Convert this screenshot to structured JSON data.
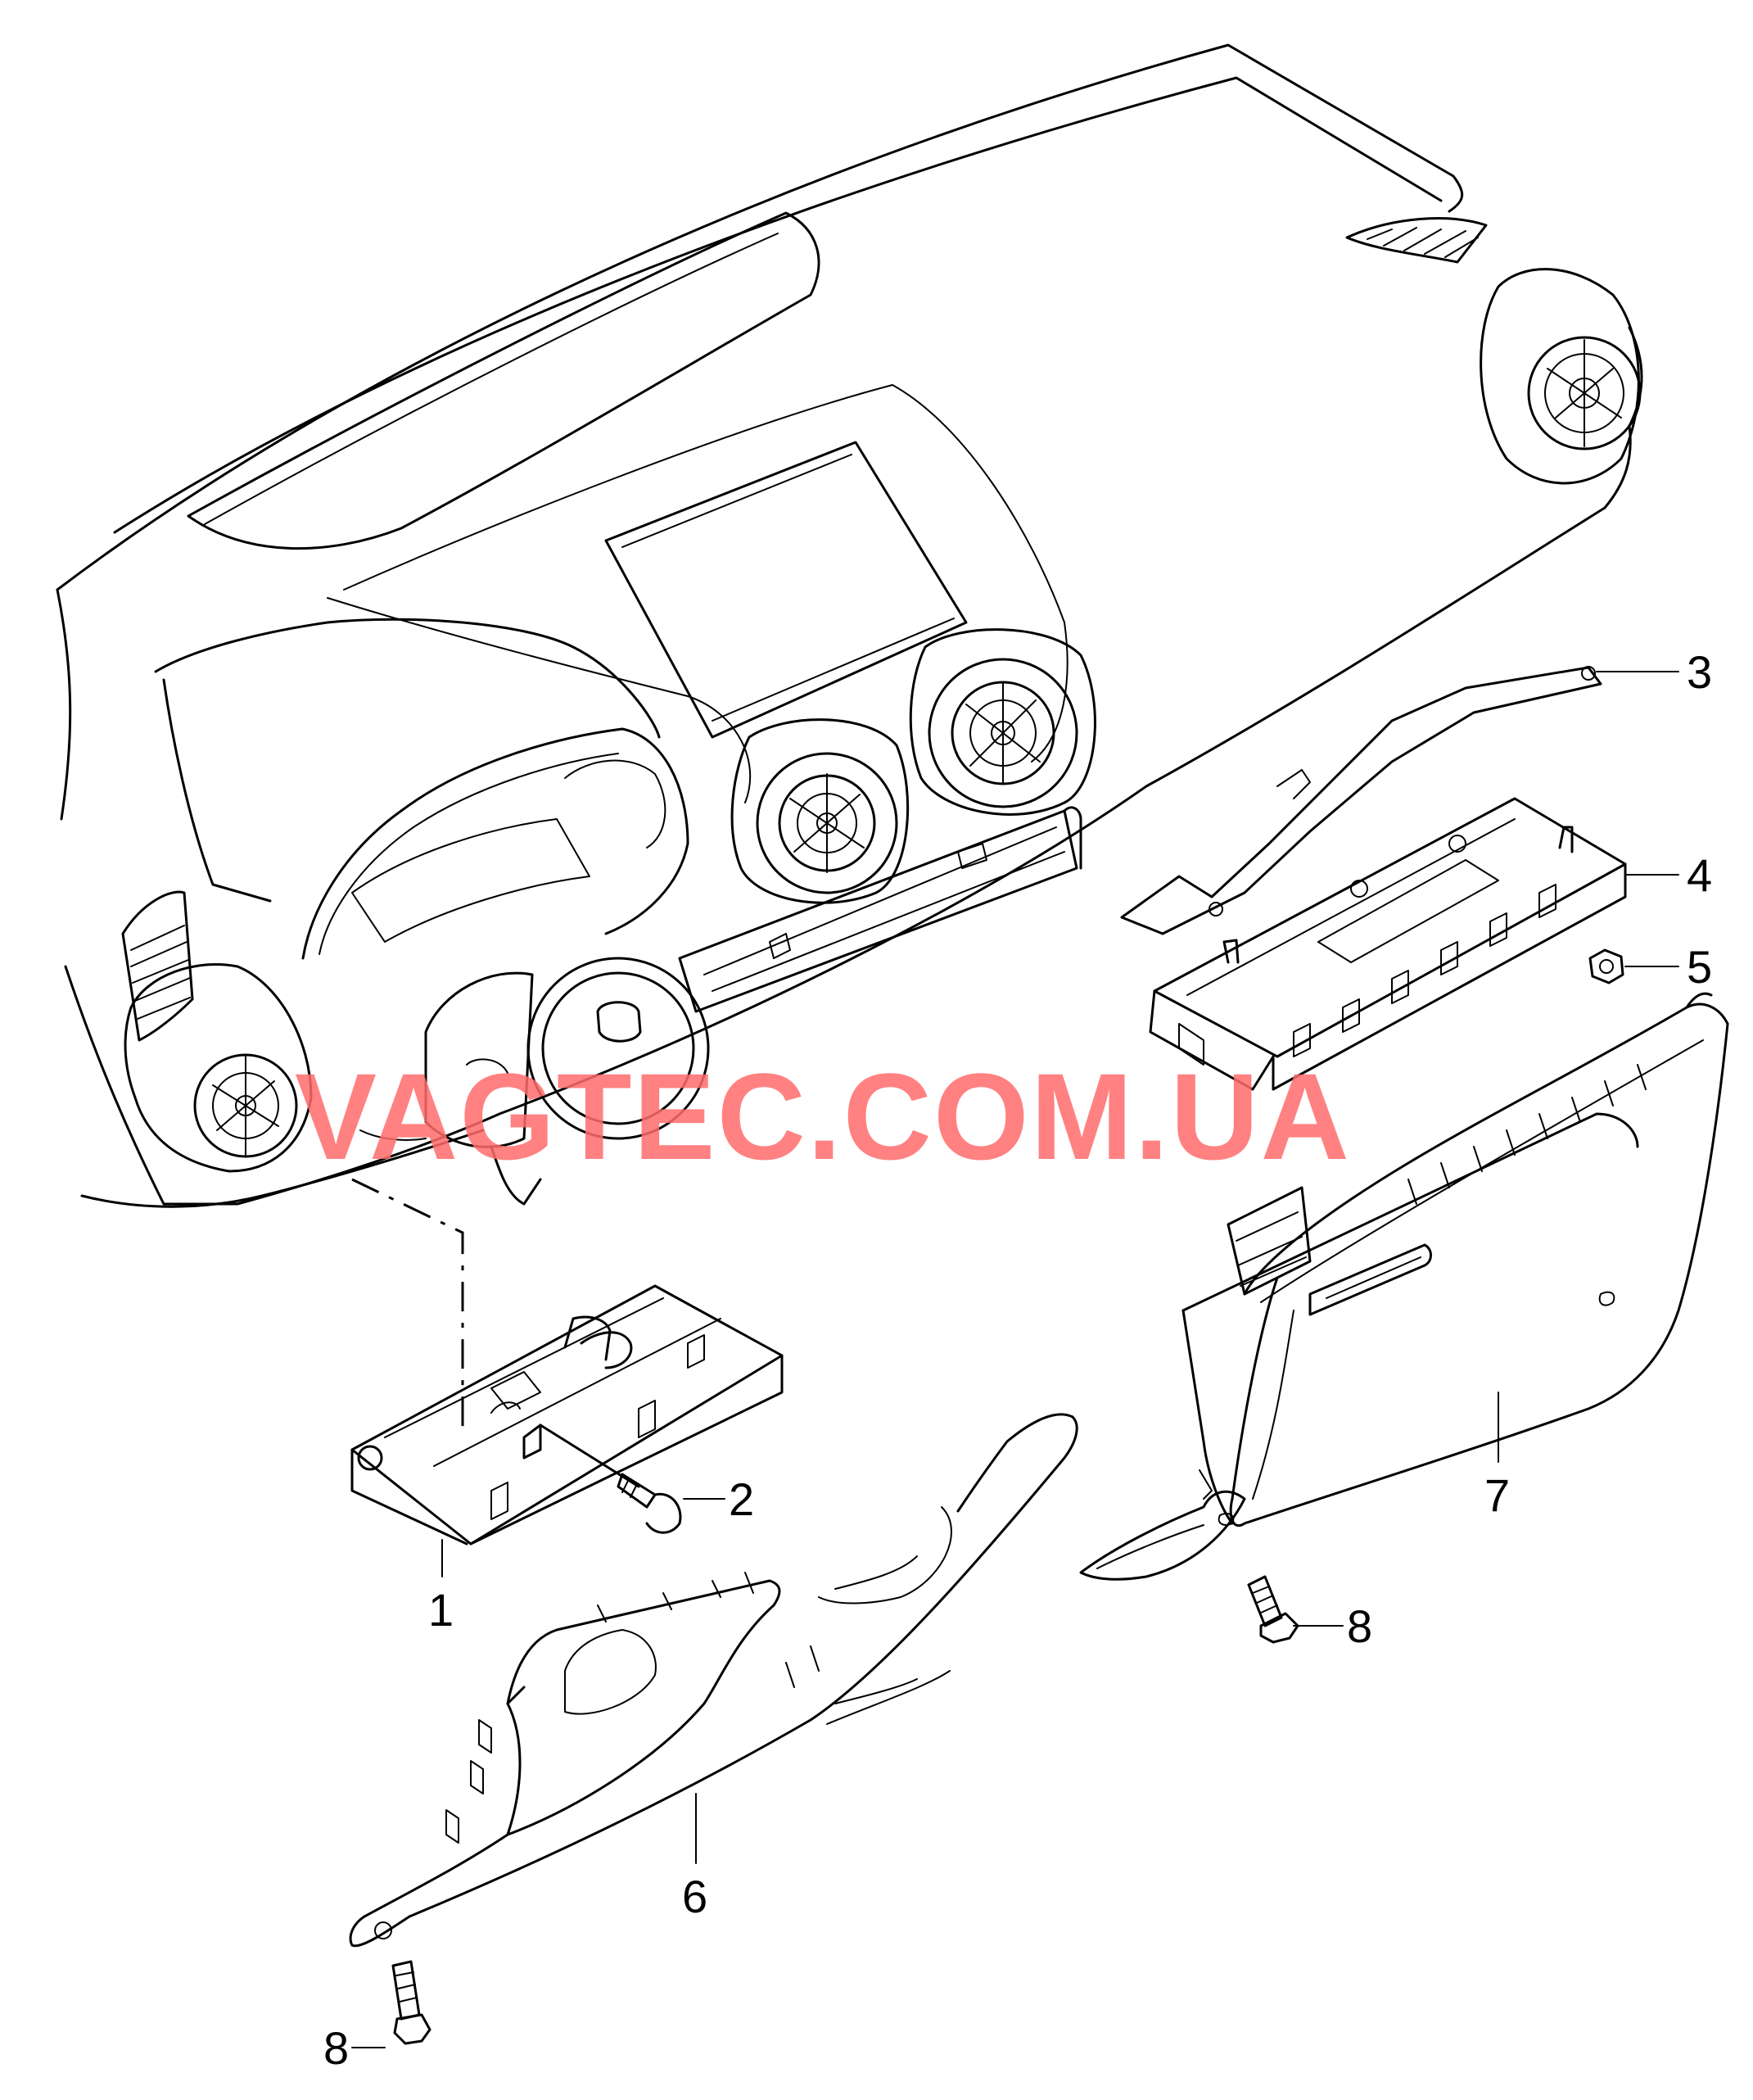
{
  "watermark": {
    "text": "VAGTEC.COM.UA",
    "color": "#ff6b6b"
  },
  "callouts": [
    {
      "number": "1",
      "part": "passenger-airbag-module"
    },
    {
      "number": "2",
      "part": "airbag-bolt"
    },
    {
      "number": "3",
      "part": "knee-airbag-bracket"
    },
    {
      "number": "4",
      "part": "knee-airbag-module"
    },
    {
      "number": "5",
      "part": "hex-nut"
    },
    {
      "number": "6",
      "part": "lower-trim-panel"
    },
    {
      "number": "7",
      "part": "glove-box"
    },
    {
      "number": "8",
      "part": "fastening-bolt"
    }
  ]
}
